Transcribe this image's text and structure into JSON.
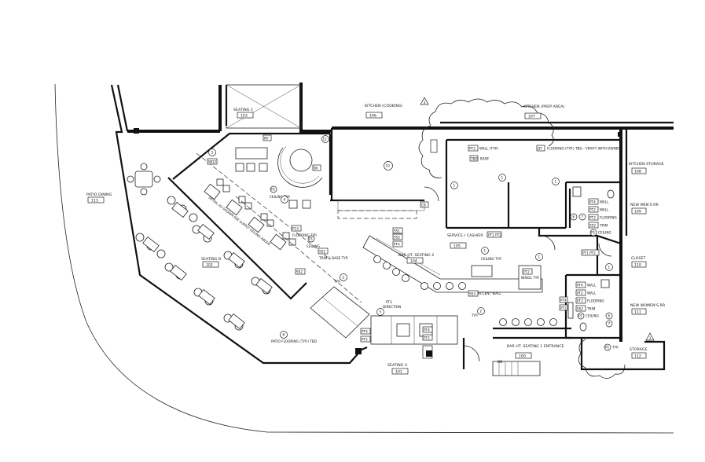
{
  "rooms": [
    {
      "name": "PATIO DINING",
      "number": "113"
    },
    {
      "name": "SEATING C",
      "number": "103"
    },
    {
      "name": "KITCHEN (COOKING)",
      "number": "106"
    },
    {
      "name": "KITCHEN (PREP AREA)",
      "number": "107"
    },
    {
      "name": "KITCHEN STORAGE",
      "number": "108"
    },
    {
      "name": "NEW MEN'S RR",
      "number": "109"
    },
    {
      "name": "CLOSET",
      "number": "110"
    },
    {
      "name": "NEW WOMEN'S RR",
      "number": "111"
    },
    {
      "name": "STORAGE",
      "number": "112"
    },
    {
      "name": "SEATING B",
      "number": "102"
    },
    {
      "name": "BAR HT. SEATING 2",
      "number": "104"
    },
    {
      "name": "SERVICE / CASHIER",
      "number": "105"
    },
    {
      "name": "BAR HT. SEATING 1 ENTRANCE",
      "number": "100"
    },
    {
      "name": "SEATING A",
      "number": "101"
    }
  ],
  "notes": {
    "kitchen_wall": "WALL (TYP.)",
    "kitchen_base": "BASE",
    "kitchen_floor": "FLOORING (TYP.) TBD - VERIFY WITH OWNER",
    "ceiling_typ": "CEILING TYP.",
    "flooring_typ": "FLOORING TYP.",
    "ceiling": "CEILING",
    "trim_base_typ": "TRIM & BASE TYP.",
    "patio_flooring": "PATIO FLOORING (TYP.) TBD",
    "typ": "TYP.",
    "wall": "WALL",
    "flooring": "FLOORING",
    "trim": "TRIM",
    "accent_wall": "ACCENT WALL",
    "insidl_typ": "INSIDL TYP.",
    "pt3_direction": "DIRECTION",
    "bv_label": "BV",
    "diag_note": "DETAIL AS SHOWN SEE SUPPLY CEILING ABOVE"
  },
  "tags": {
    "pt1": "P1",
    "pt2": "PT2",
    "pt3": "PT3",
    "pt4": "PT4",
    "p13": "P13",
    "ss1": "SS1",
    "ss2": "SS2",
    "ss3": "SS3",
    "wd2": "WD2",
    "qt": "QT",
    "tbd": "TBD",
    "cb": "CB",
    "pt1pt2": "PT1 PT2",
    "s2": "S2",
    "dn": "DN"
  },
  "keynotes": [
    "1",
    "2",
    "3",
    "4",
    "5",
    "6",
    "7",
    "10",
    "12"
  ]
}
